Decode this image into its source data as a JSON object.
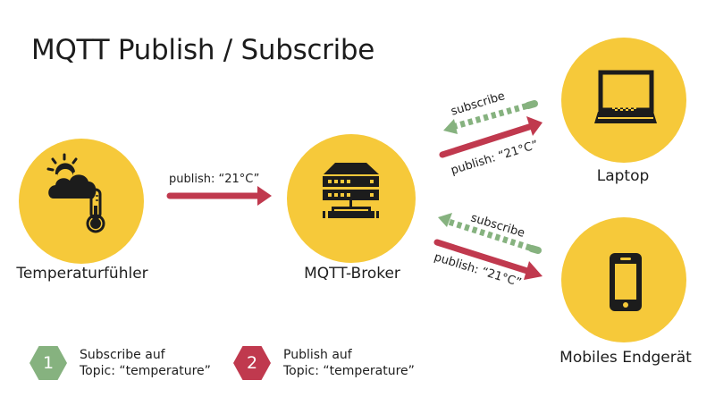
{
  "title": "MQTT Publish / Subscribe",
  "colors": {
    "node_fill": "#f6c93a",
    "icon": "#1c1c1c",
    "publish": "#c0394e",
    "subscribe": "#86b27f",
    "text": "#1c1c1c"
  },
  "nodes": [
    {
      "id": "sensor",
      "label": "Temperaturfühler",
      "icon": "weather-thermometer-icon"
    },
    {
      "id": "broker",
      "label": "MQTT-Broker",
      "icon": "server-icon"
    },
    {
      "id": "laptop",
      "label": "Laptop",
      "icon": "laptop-icon"
    },
    {
      "id": "mobile",
      "label": "Mobiles Endgerät",
      "icon": "smartphone-icon"
    }
  ],
  "edges": [
    {
      "from": "sensor",
      "to": "broker",
      "type": "publish",
      "label": "publish: “21°C”"
    },
    {
      "from": "laptop",
      "to": "broker",
      "type": "subscribe",
      "label": "subscribe"
    },
    {
      "from": "broker",
      "to": "laptop",
      "type": "publish",
      "label": "publish: “21°C”"
    },
    {
      "from": "mobile",
      "to": "broker",
      "type": "subscribe",
      "label": "subscribe"
    },
    {
      "from": "broker",
      "to": "mobile",
      "type": "publish",
      "label": "publish: “21°C”"
    }
  ],
  "legend": [
    {
      "number": "1",
      "line1": "Subscribe auf",
      "line2": "Topic: “temperature”",
      "color": "#86b27f"
    },
    {
      "number": "2",
      "line1": "Publish auf",
      "line2": "Topic: “temperature”",
      "color": "#c0394e"
    }
  ]
}
